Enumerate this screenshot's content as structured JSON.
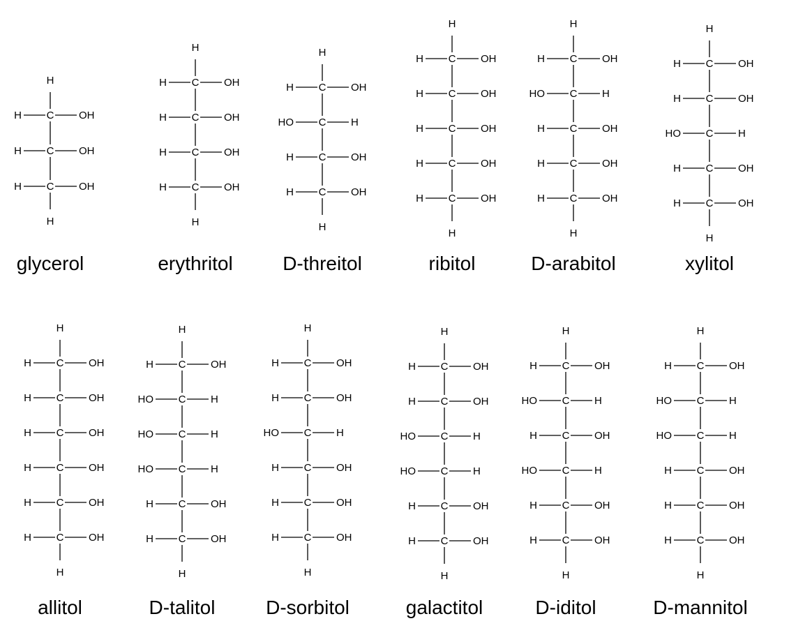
{
  "atoms": {
    "carbon": "C",
    "hydrogen": "H",
    "hydroxyl": "OH",
    "hydroxyl_left": "HO"
  },
  "molecules": [
    {
      "name": "glycerol",
      "carbons": 3,
      "sides": [
        "R",
        "R",
        "R"
      ]
    },
    {
      "name": "erythritol",
      "carbons": 4,
      "sides": [
        "R",
        "R",
        "R",
        "R"
      ]
    },
    {
      "name": "D-threitol",
      "carbons": 4,
      "sides": [
        "R",
        "L",
        "R",
        "R"
      ]
    },
    {
      "name": "ribitol",
      "carbons": 5,
      "sides": [
        "R",
        "R",
        "R",
        "R",
        "R"
      ]
    },
    {
      "name": "D-arabitol",
      "carbons": 5,
      "sides": [
        "R",
        "L",
        "R",
        "R",
        "R"
      ]
    },
    {
      "name": "xylitol",
      "carbons": 5,
      "sides": [
        "R",
        "R",
        "L",
        "R",
        "R"
      ]
    },
    {
      "name": "allitol",
      "carbons": 6,
      "sides": [
        "R",
        "R",
        "R",
        "R",
        "R",
        "R"
      ]
    },
    {
      "name": "D-talitol",
      "carbons": 6,
      "sides": [
        "R",
        "L",
        "L",
        "L",
        "R",
        "R"
      ]
    },
    {
      "name": "D-sorbitol",
      "carbons": 6,
      "sides": [
        "R",
        "R",
        "L",
        "R",
        "R",
        "R"
      ]
    },
    {
      "name": "galactitol",
      "carbons": 6,
      "sides": [
        "R",
        "R",
        "L",
        "L",
        "R",
        "R"
      ]
    },
    {
      "name": "D-iditol",
      "carbons": 6,
      "sides": [
        "R",
        "L",
        "R",
        "L",
        "R",
        "R"
      ]
    },
    {
      "name": "D-mannitol",
      "carbons": 6,
      "sides": [
        "R",
        "L",
        "L",
        "R",
        "R",
        "R"
      ]
    }
  ]
}
